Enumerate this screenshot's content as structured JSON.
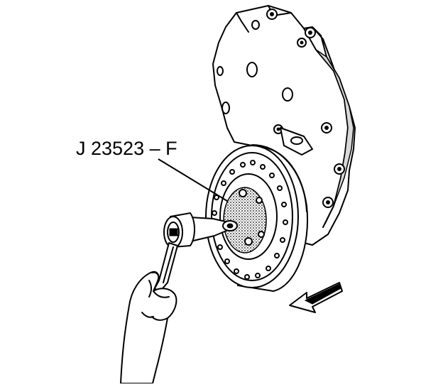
{
  "diagram": {
    "callout_label": "J 23523 – F",
    "parts": {
      "engine_front_cover": "engine-front-cover",
      "crankshaft_balancer": "crankshaft-balancer",
      "balancer_tool": "balancer-installer-tool",
      "ratchet_wrench": "ratchet-wrench",
      "hand": "technician-hand",
      "direction_arrow": "direction-arrow"
    }
  }
}
